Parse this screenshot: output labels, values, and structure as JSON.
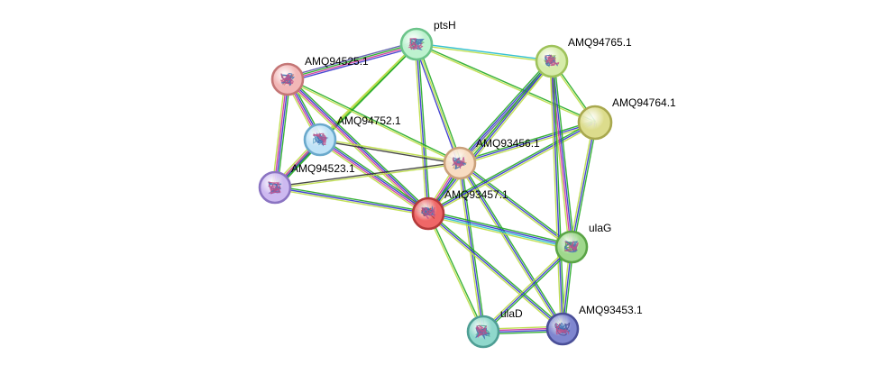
{
  "colors": {
    "edge_palette": [
      "#22aa22",
      "#3333cc",
      "#5555aa",
      "#cc3399",
      "#22bbcc",
      "#bbdd44",
      "#333333"
    ]
  },
  "nodes": [
    {
      "id": "ptsH",
      "label": "ptsH",
      "fill": "#bdf2cf",
      "ring": "#6cc48a",
      "icon": "protein-structure-icon"
    },
    {
      "id": "AMQ94765.1",
      "label": "AMQ94765.1",
      "fill": "#d6ecaa",
      "ring": "#9ec25a",
      "icon": "protein-structure-icon"
    },
    {
      "id": "AMQ94525.1",
      "label": "AMQ94525.1",
      "fill": "#f2b7b7",
      "ring": "#c47676",
      "icon": "protein-structure-icon"
    },
    {
      "id": "AMQ94764.1",
      "label": "AMQ94764.1",
      "fill": "#dcdc8c",
      "ring": "#a8a84e",
      "icon": "plain-node-icon"
    },
    {
      "id": "AMQ94752.1",
      "label": "AMQ94752.1",
      "fill": "#bfe3f7",
      "ring": "#6aa9cc",
      "icon": "protein-structure-icon"
    },
    {
      "id": "AMQ93456.1",
      "label": "AMQ93456.1",
      "fill": "#f8dcc2",
      "ring": "#caa07a",
      "icon": "protein-structure-icon"
    },
    {
      "id": "AMQ94523.1",
      "label": "AMQ94523.1",
      "fill": "#cdb9f0",
      "ring": "#8b74c2",
      "icon": "protein-structure-icon"
    },
    {
      "id": "AMQ93457.1",
      "label": "AMQ93457.1",
      "fill": "#ef6767",
      "ring": "#b43a3a",
      "icon": "protein-structure-icon"
    },
    {
      "id": "ulaG",
      "label": "ulaG",
      "fill": "#9fd88c",
      "ring": "#5aa446",
      "icon": "protein-structure-icon"
    },
    {
      "id": "AMQ93453.1",
      "label": "AMQ93453.1",
      "fill": "#7f86cf",
      "ring": "#4a4f98",
      "icon": "protein-structure-icon"
    },
    {
      "id": "ulaD",
      "label": "ulaD",
      "fill": "#8fd8cc",
      "ring": "#4e9e94",
      "icon": "protein-structure-icon"
    }
  ],
  "edges": [
    {
      "source": "ptsH",
      "target": "AMQ94525.1",
      "colors": [
        1,
        3,
        0,
        2
      ]
    },
    {
      "source": "ptsH",
      "target": "AMQ94752.1",
      "colors": [
        0,
        5
      ]
    },
    {
      "source": "ptsH",
      "target": "AMQ94523.1",
      "colors": [
        0,
        5
      ]
    },
    {
      "source": "ptsH",
      "target": "AMQ93456.1",
      "colors": [
        0,
        5,
        1
      ]
    },
    {
      "source": "ptsH",
      "target": "AMQ93457.1",
      "colors": [
        0,
        1,
        5
      ]
    },
    {
      "source": "ptsH",
      "target": "AMQ94765.1",
      "colors": [
        4,
        5
      ]
    },
    {
      "source": "ptsH",
      "target": "AMQ94764.1",
      "colors": [
        0,
        5
      ]
    },
    {
      "source": "AMQ94525.1",
      "target": "AMQ94752.1",
      "colors": [
        0,
        1,
        3,
        5
      ]
    },
    {
      "source": "AMQ94525.1",
      "target": "AMQ94523.1",
      "colors": [
        0,
        1,
        3,
        5
      ]
    },
    {
      "source": "AMQ94525.1",
      "target": "AMQ93456.1",
      "colors": [
        0,
        5
      ]
    },
    {
      "source": "AMQ94525.1",
      "target": "AMQ93457.1",
      "colors": [
        0,
        1,
        3,
        5
      ]
    },
    {
      "source": "AMQ94752.1",
      "target": "AMQ94523.1",
      "colors": [
        0,
        1,
        3,
        5
      ]
    },
    {
      "source": "AMQ94752.1",
      "target": "AMQ93456.1",
      "colors": [
        5,
        6
      ]
    },
    {
      "source": "AMQ94752.1",
      "target": "AMQ93457.1",
      "colors": [
        0,
        1,
        3,
        5
      ]
    },
    {
      "source": "AMQ94523.1",
      "target": "AMQ93456.1",
      "colors": [
        6,
        5
      ]
    },
    {
      "source": "AMQ94523.1",
      "target": "AMQ93457.1",
      "colors": [
        0,
        1,
        5
      ]
    },
    {
      "source": "AMQ93456.1",
      "target": "AMQ93457.1",
      "colors": [
        0,
        1,
        3,
        5
      ]
    },
    {
      "source": "AMQ93456.1",
      "target": "AMQ94765.1",
      "colors": [
        0,
        1,
        2,
        5
      ]
    },
    {
      "source": "AMQ93456.1",
      "target": "AMQ94764.1",
      "colors": [
        0,
        1,
        5
      ]
    },
    {
      "source": "AMQ93456.1",
      "target": "ulaG",
      "colors": [
        0,
        1,
        5
      ]
    },
    {
      "source": "AMQ93456.1",
      "target": "AMQ93453.1",
      "colors": [
        0,
        1,
        5
      ]
    },
    {
      "source": "AMQ93456.1",
      "target": "ulaD",
      "colors": [
        0,
        1,
        5
      ]
    },
    {
      "source": "AMQ93457.1",
      "target": "AMQ94765.1",
      "colors": [
        0,
        1,
        5
      ]
    },
    {
      "source": "AMQ93457.1",
      "target": "AMQ94764.1",
      "colors": [
        0,
        1,
        5
      ]
    },
    {
      "source": "AMQ93457.1",
      "target": "ulaG",
      "colors": [
        0,
        1,
        4,
        5
      ]
    },
    {
      "source": "AMQ93457.1",
      "target": "AMQ93453.1",
      "colors": [
        0,
        1,
        5
      ]
    },
    {
      "source": "AMQ93457.1",
      "target": "ulaD",
      "colors": [
        0,
        5
      ]
    },
    {
      "source": "AMQ94765.1",
      "target": "ulaG",
      "colors": [
        0,
        1,
        3,
        5
      ]
    },
    {
      "source": "AMQ94765.1",
      "target": "AMQ94764.1",
      "colors": [
        0,
        5
      ]
    },
    {
      "source": "AMQ94765.1",
      "target": "AMQ93453.1",
      "colors": [
        0,
        1,
        5
      ]
    },
    {
      "source": "AMQ94764.1",
      "target": "ulaG",
      "colors": [
        0,
        1,
        5
      ]
    },
    {
      "source": "ulaG",
      "target": "AMQ93453.1",
      "colors": [
        0,
        1,
        5
      ]
    },
    {
      "source": "ulaG",
      "target": "ulaD",
      "colors": [
        0,
        1,
        5
      ]
    },
    {
      "source": "AMQ93453.1",
      "target": "ulaD",
      "colors": [
        0,
        1,
        3,
        5
      ]
    }
  ]
}
